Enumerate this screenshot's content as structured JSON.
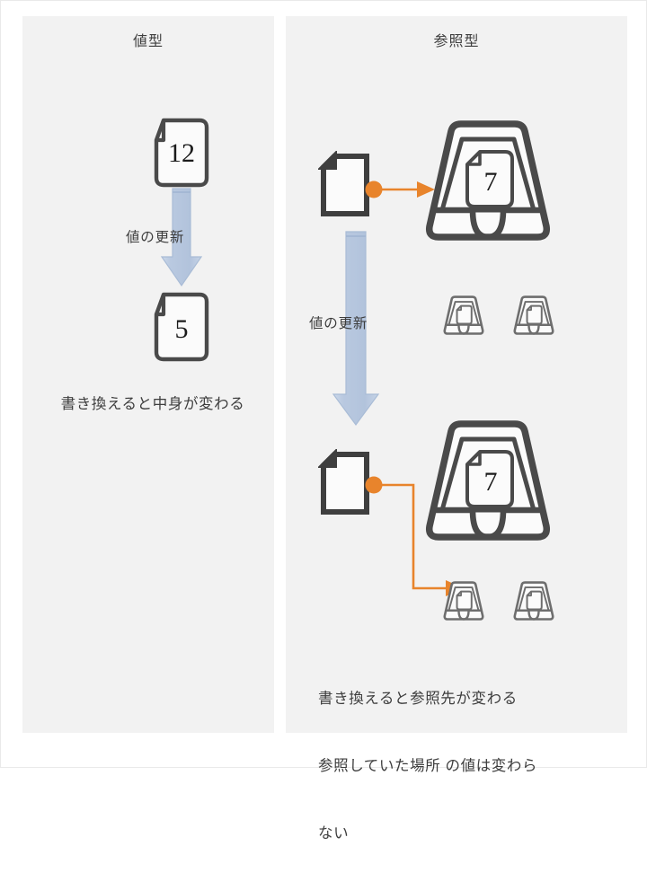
{
  "diagram": {
    "title_left": "値型",
    "title_right": "参照型"
  },
  "colors": {
    "panel_bg": "#f2f2f2",
    "page_bg": "#ffffff",
    "icon_stroke": "#4a4a4a",
    "icon_stroke_light": "#6e6e6e",
    "icon_fill": "#fbfbfb",
    "solid_doc": "#3f3f3f",
    "accent_orange": "#e8842c",
    "arrow_blue": "#b9c9e0",
    "arrow_blue_edge": "#9fb4d2",
    "text": "#3d3d3d"
  },
  "value_panel": {
    "title": "値型",
    "doc_before": {
      "value": "12",
      "name": "document-12"
    },
    "update_arrow": {
      "label": "値の更新",
      "direction": "down"
    },
    "doc_after": {
      "value": "5",
      "name": "document-5"
    },
    "caption": "書き換えると中身が変わる"
  },
  "reference_panel": {
    "title": "参照型",
    "top": {
      "source_doc": "source-document",
      "connector_dot": "orange-dot",
      "arrow_direction": "right",
      "tray_value": "7"
    },
    "update_arrow": {
      "label": "値の更新",
      "direction": "down"
    },
    "middle_trays": [
      {
        "name": "small-tray-1"
      },
      {
        "name": "small-tray-2"
      }
    ],
    "bottom": {
      "source_doc": "source-document",
      "connector_dot": "orange-dot",
      "arrow_direction": "elbow-right-down-right",
      "tray_value": "7",
      "trays": [
        {
          "name": "small-tray-1",
          "highlighted": true
        },
        {
          "name": "small-tray-2",
          "highlighted": false
        }
      ]
    },
    "caption_lines": [
      "書き換えると参照先が変わる",
      "参照していた場所 の値は変わら",
      "ない"
    ]
  }
}
